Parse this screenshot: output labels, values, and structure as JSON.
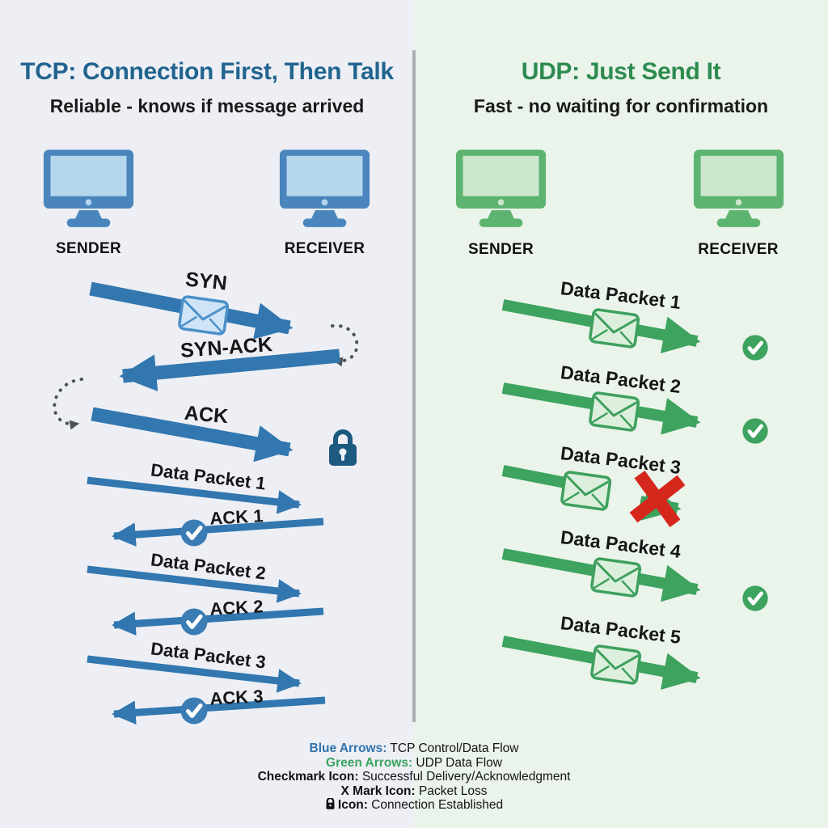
{
  "tcp": {
    "title": "TCP: Connection First, Then Talk",
    "subtitle": "Reliable - knows if message arrived",
    "sender": "SENDER",
    "receiver": "RECEIVER",
    "syn": "SYN",
    "syn_ack": "SYN-ACK",
    "ack": "ACK",
    "data1": "Data Packet 1",
    "ack1": "ACK 1",
    "data2": "Data Packet 2",
    "ack2": "ACK 2",
    "data3": "Data Packet 3",
    "ack3": "ACK 3"
  },
  "udp": {
    "title": "UDP: Just Send It",
    "subtitle": "Fast - no waiting for confirmation",
    "sender": "SENDER",
    "receiver": "RECEIVER",
    "data1": "Data Packet 1",
    "data2": "Data Packet 2",
    "data3": "Data Packet 3",
    "data4": "Data Packet 4",
    "data5": "Data Packet 5"
  },
  "legend": {
    "blue_label": "Blue Arrows:",
    "blue_text": " TCP Control/Data Flow",
    "green_label": "Green Arrows:",
    "green_text": " UDP Data Flow",
    "check_label": "Checkmark Icon:",
    "check_text": " Successful Delivery/Acknowledgment",
    "x_label": "X Mark Icon:",
    "x_text": " Packet Loss",
    "lock_label": "Icon:",
    "lock_text": " Connection Established"
  },
  "icons": {
    "envelope": "message-packet",
    "checkmark": "successful-delivery",
    "x_mark": "packet-loss",
    "lock": "connection-established",
    "monitor": "computer-host"
  },
  "colors": {
    "tcp_title": "#21648f",
    "tcp_arrow": "#3277af",
    "tcp_check": "#3b7cb5",
    "udp_title": "#2e8b50",
    "udp_arrow": "#3da35f",
    "loss_red": "#d6271c",
    "lock_blue": "#1d5a80",
    "left_bg": "#edeff5",
    "right_bg": "#eaf4ea"
  }
}
